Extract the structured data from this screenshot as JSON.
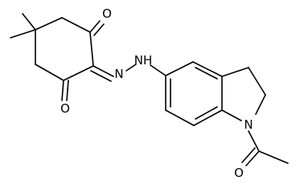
{
  "molecule": {
    "atoms": {
      "ketone_o_top": "O",
      "ketone_o_bottom": "O",
      "azo_n": "N",
      "hydrazine_nh": "NH",
      "indoline_n": "N",
      "acetyl_o": "O"
    }
  }
}
